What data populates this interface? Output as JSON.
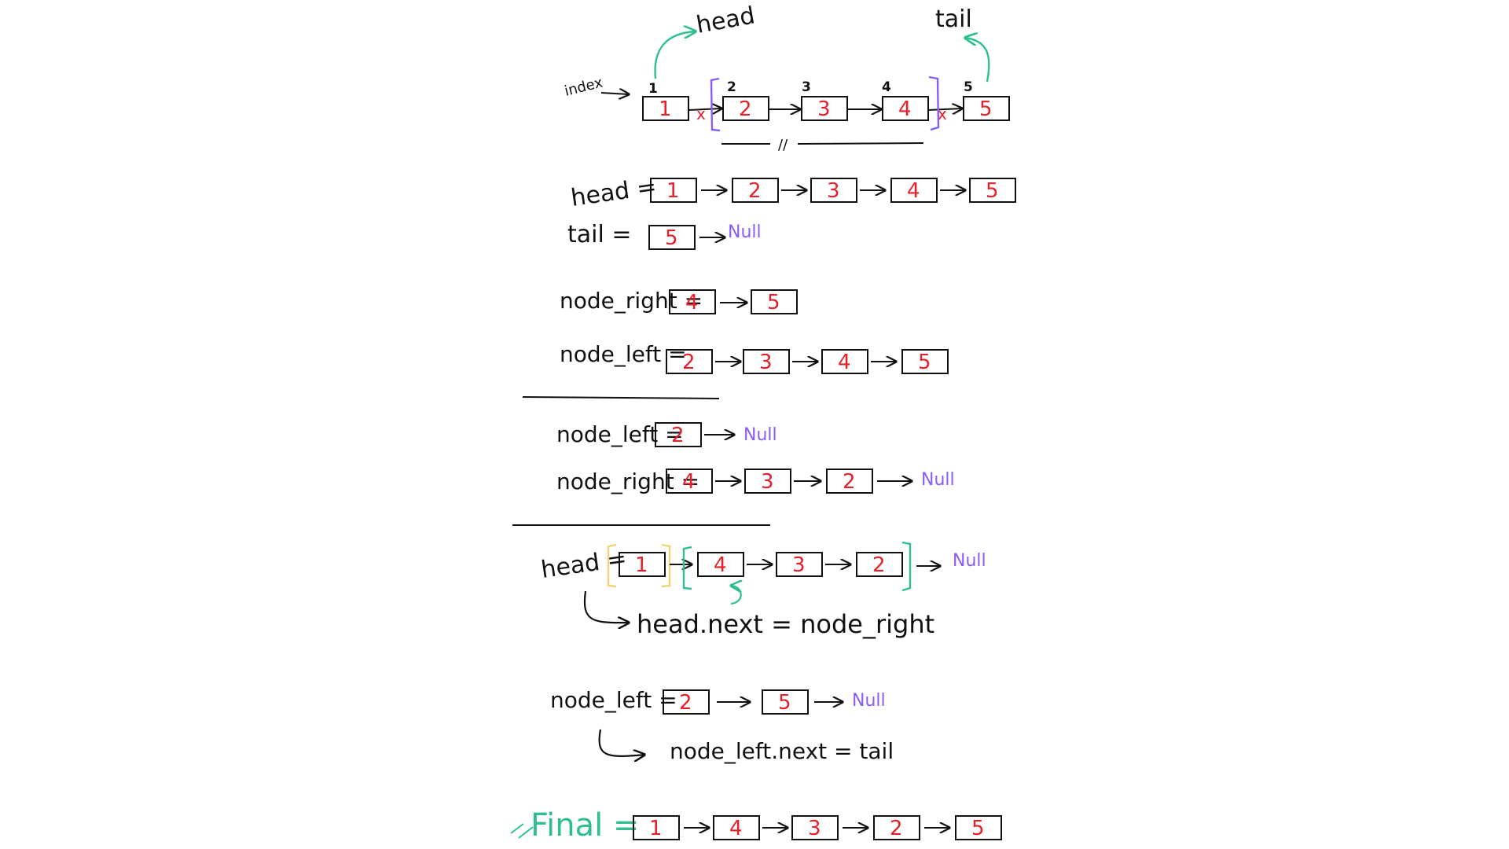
{
  "colors": {
    "ink": "#111111",
    "value": "#e5202a",
    "null": "#8a5cf6",
    "green": "#2fbf8f",
    "purple": "#8a5cf6",
    "yellow": "#f3d27a"
  },
  "top": {
    "head_label": "head",
    "tail_label": "tail",
    "index_label": "index",
    "indices": [
      "1",
      "2",
      "3",
      "4",
      "5"
    ],
    "nodes": [
      "1",
      "2",
      "3",
      "4",
      "5"
    ],
    "cut_mark": "x",
    "equal_mark": "//"
  },
  "rows": {
    "head": {
      "label": "head =",
      "nodes": [
        "1",
        "2",
        "3",
        "4",
        "5"
      ],
      "null": ""
    },
    "tail": {
      "label": "tail =",
      "nodes": [
        "5"
      ],
      "null": "Null"
    },
    "node_right_1": {
      "label": "node_right =",
      "nodes": [
        "4",
        "5"
      ],
      "null": ""
    },
    "node_left_1": {
      "label": "node_left =",
      "nodes": [
        "2",
        "3",
        "4",
        "5"
      ],
      "null": ""
    },
    "node_left_2": {
      "label": "node_left =",
      "nodes": [
        "2"
      ],
      "null": "Null"
    },
    "node_right_2": {
      "label": "node_right =",
      "nodes": [
        "4",
        "3",
        "2"
      ],
      "null": "Null"
    },
    "head_2": {
      "label": "head =",
      "nodes": [
        "1",
        "4",
        "3",
        "2"
      ],
      "null": "Null"
    },
    "node_left_3": {
      "label": "node_left =",
      "nodes": [
        "2",
        "5"
      ],
      "null": "Null"
    },
    "final": {
      "label": "Final =",
      "nodes": [
        "1",
        "4",
        "3",
        "2",
        "5"
      ],
      "null": ""
    }
  },
  "notes": {
    "head_next": "head.next = node_right",
    "node_left_next": "node_left.next = tail"
  }
}
